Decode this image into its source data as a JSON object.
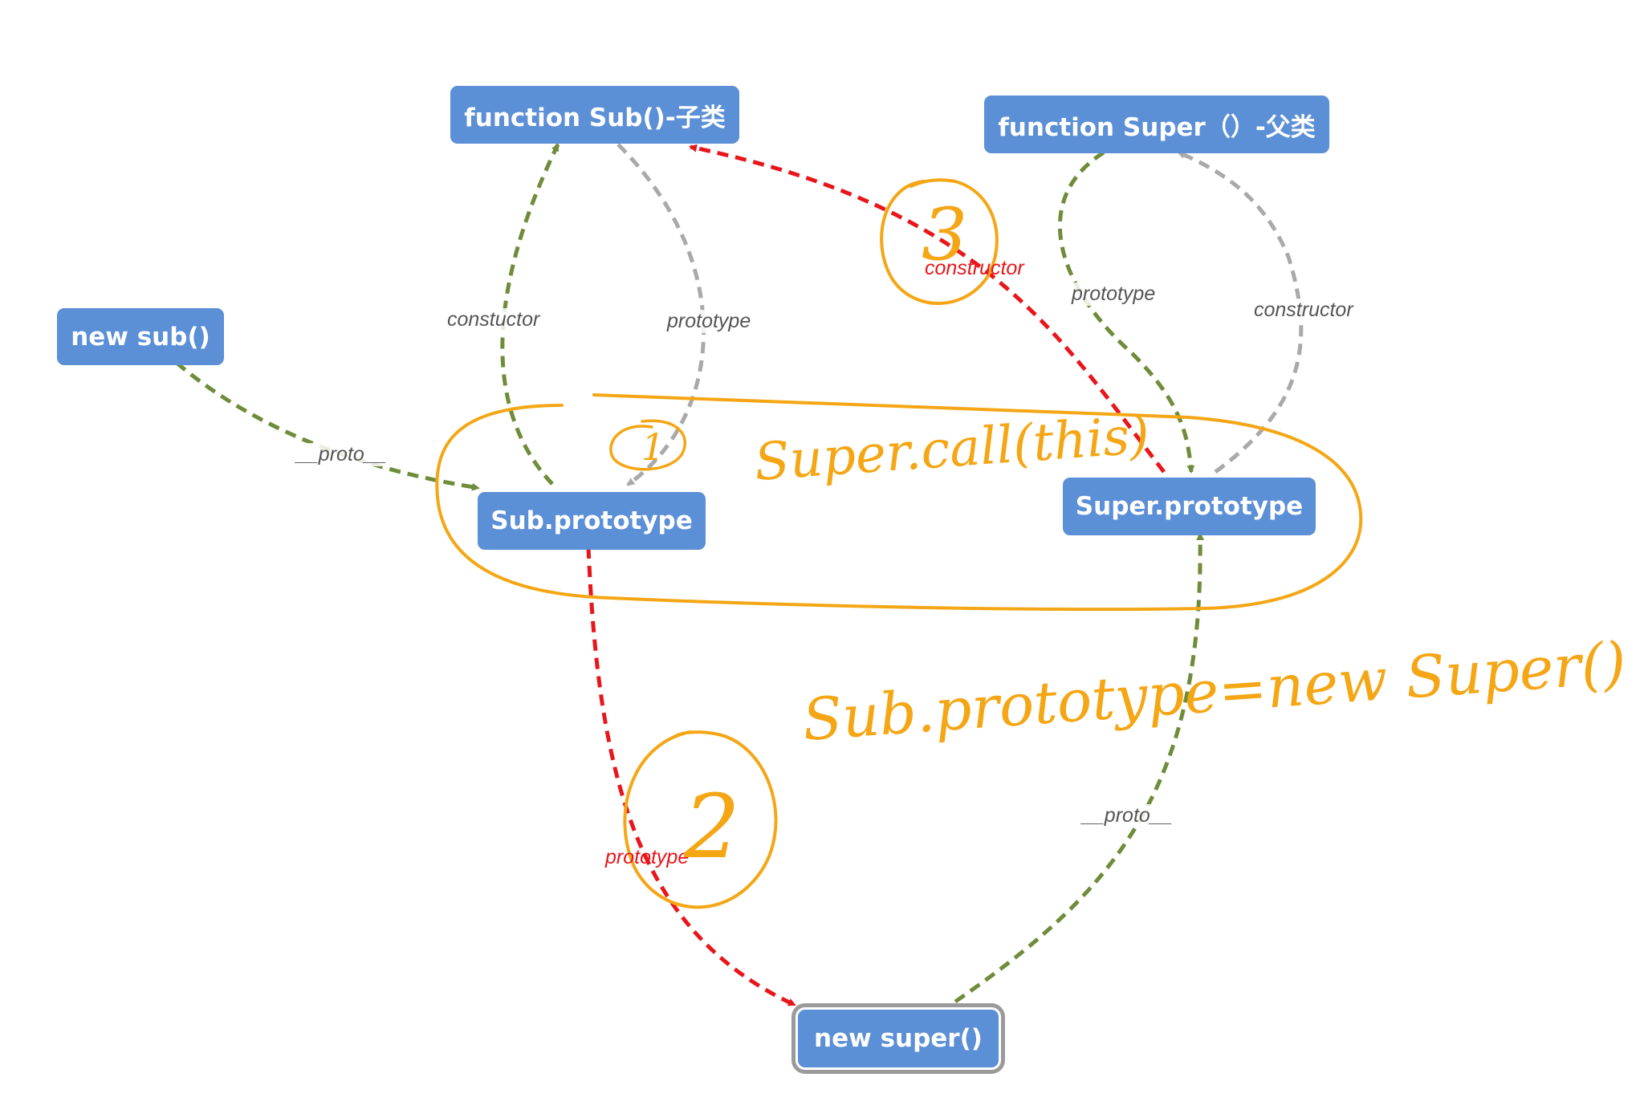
{
  "colors": {
    "node_fill": "#5b8fd6",
    "proto_link": "#6e8c3a",
    "reference_link": "#a9a9a9",
    "highlight_link": "#e8161b",
    "handwriting": "#f4a615",
    "selection_outline": "#9a9a9a"
  },
  "nodes": {
    "sub_fn": "function Sub()-子类",
    "super_fn": "function Super（）-父类",
    "new_sub": "new sub()",
    "sub_prototype": "Sub.prototype",
    "super_prototype": "Super.prototype",
    "new_super": "new super()"
  },
  "edge_labels": {
    "sub_constructor": "constuctor",
    "sub_prototype": "prototype",
    "new_sub_proto": "__proto__",
    "red_constructor": "constructor",
    "super_prototype": "prototype",
    "super_constructor": "constructor",
    "red_prototype": "prototype",
    "new_super_proto": "__proto__"
  },
  "annotations": {
    "step1": "1",
    "step2": "2",
    "step3": "3",
    "super_call": "Super.call(this)",
    "assignment": "Sub.prototype=new Super()"
  }
}
